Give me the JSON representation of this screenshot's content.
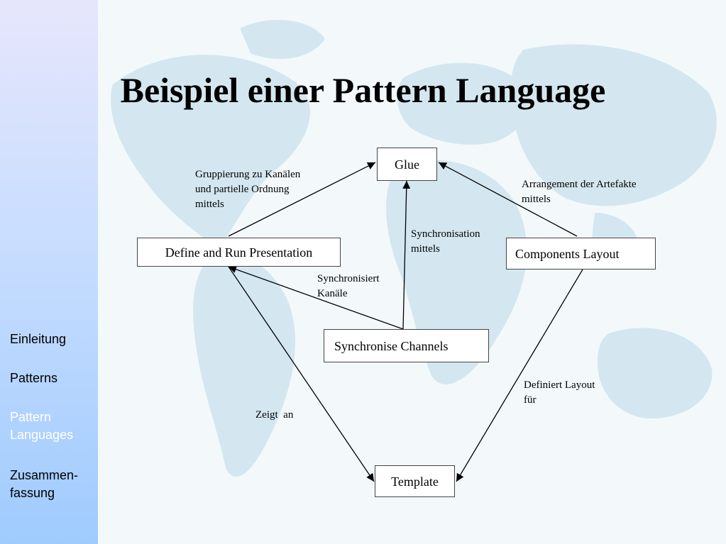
{
  "slide": {
    "title": "Beispiel einer Pattern Language"
  },
  "sidebar": {
    "items": [
      {
        "label": "Einleitung"
      },
      {
        "label": "Patterns"
      },
      {
        "label": "Pattern Languages",
        "active": true
      },
      {
        "label": "Zusammen-fassung"
      }
    ]
  },
  "diagram": {
    "nodes": {
      "glue": "Glue",
      "define": "Define and Run Presentation",
      "components": "Components Layout",
      "synchronise": "Synchronise Channels",
      "template": "Template"
    },
    "edges": {
      "define_to_glue": [
        "Gruppierung zu Kanälen",
        "und partielle Ordnung",
        "mittels"
      ],
      "components_to_glue": [
        "Arrangement der Artefakte",
        "mittels"
      ],
      "synchronise_to_glue": [
        "Synchronisation",
        "mittels"
      ],
      "synchronise_to_define": [
        "Synchronisiert",
        "Kanäle"
      ],
      "define_to_template": [
        "Zeigt  an"
      ],
      "components_to_template": [
        "Definiert Layout",
        "für"
      ]
    }
  },
  "colors": {
    "sidebar_top": "#e6e6fb",
    "sidebar_bottom": "#9fcbfe",
    "active_nav": "#ffffff",
    "background": "#f3f9fb",
    "map": "#d4e7f0"
  }
}
